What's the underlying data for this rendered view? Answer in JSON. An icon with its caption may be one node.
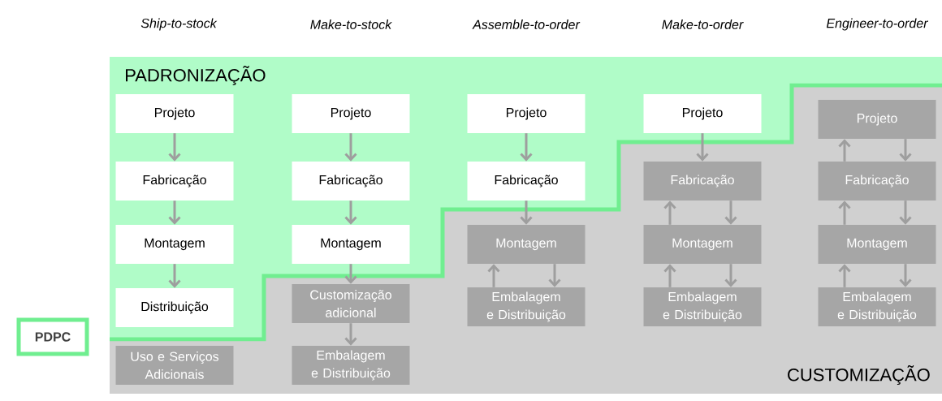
{
  "diagram": {
    "nodes": [
      {
        "text": [
          "PADRONIZAÇÃO"
        ]
      },
      {
        "text": [
          "CUSTOMIZAÇÃO"
        ]
      },
      {
        "text": [
          "Projeto"
        ],
        "in": 0
      },
      {
        "text": [
          "Fabricação"
        ],
        "in": 0
      },
      {
        "text": [
          "Montagem"
        ],
        "in": 0
      },
      {
        "text": [
          "Distribuição"
        ],
        "in": 0
      },
      {
        "text": [
          "Uso e Serviços Adicionais"
        ],
        "in": 1
      },
      {
        "text": [
          "Projeto"
        ],
        "in": 0
      },
      {
        "text": [
          "Fabricação"
        ],
        "in": 0
      },
      {
        "text": [
          "Montagem"
        ],
        "in": 0
      },
      {
        "text": [
          "Customização adicional"
        ],
        "in": 1
      },
      {
        "text": [
          "Embalagem e Distribuição"
        ],
        "in": 1
      },
      {
        "text": [
          "Projeto"
        ],
        "in": 0
      },
      {
        "text": [
          "Fabricação"
        ],
        "in": 0
      },
      {
        "text": [
          "Montagem"
        ],
        "in": 1
      },
      {
        "text": [
          "Embalagem e Distribuição"
        ],
        "in": 1
      },
      {
        "text": [
          "Projeto"
        ],
        "in": 0
      },
      {
        "text": [
          "Fabricação"
        ],
        "in": 1
      },
      {
        "text": [
          "Montagem"
        ],
        "in": 1
      },
      {
        "text": [
          "Embalagem e Distribuição"
        ],
        "in": 1
      },
      {
        "text": [
          "Projeto"
        ],
        "in": 1
      },
      {
        "text": [
          "Fabricação"
        ],
        "in": 1
      },
      {
        "text": [
          "Montagem"
        ],
        "in": 1
      },
      {
        "text": [
          "Embalagem e Distribuição"
        ],
        "in": 1
      },
      {
        "text": [
          "PDPC"
        ]
      }
    ],
    "edges": [
      {
        "from": 2,
        "to": 3,
        "arrow": "to"
      },
      {
        "from": 3,
        "to": 4,
        "arrow": "to"
      },
      {
        "from": 4,
        "to": 5,
        "arrow": "to"
      },
      {
        "from": 7,
        "to": 8,
        "arrow": "to"
      },
      {
        "from": 8,
        "to": 9,
        "arrow": "to"
      },
      {
        "from": 9,
        "to": 10,
        "arrow": "to"
      },
      {
        "from": 10,
        "to": 11,
        "arrow": "to"
      },
      {
        "from": 12,
        "to": 13,
        "arrow": "to"
      },
      {
        "from": 13,
        "to": 14,
        "arrow": "to"
      },
      {
        "from": 15,
        "to": 14,
        "arrow": "to"
      },
      {
        "from": 14,
        "to": 15,
        "arrow": "to"
      },
      {
        "from": 16,
        "to": 17,
        "arrow": "to"
      },
      {
        "from": 18,
        "to": 17,
        "arrow": "to"
      },
      {
        "from": 17,
        "to": 18,
        "arrow": "to"
      },
      {
        "from": 19,
        "to": 18,
        "arrow": "to"
      },
      {
        "from": 18,
        "to": 19,
        "arrow": "to"
      },
      {
        "from": 21,
        "to": 20,
        "arrow": "to"
      },
      {
        "from": 20,
        "to": 21,
        "arrow": "to"
      },
      {
        "from": 22,
        "to": 21,
        "arrow": "to"
      },
      {
        "from": 21,
        "to": 22,
        "arrow": "to"
      },
      {
        "from": 23,
        "to": 22,
        "arrow": "to"
      },
      {
        "from": 22,
        "to": 23,
        "arrow": "to"
      }
    ],
    "labels": [
      "Ship-to-stock",
      "Make-to-stock",
      "Assemble-to-order",
      "Make-to-order",
      "Engineer-to-order"
    ]
  }
}
